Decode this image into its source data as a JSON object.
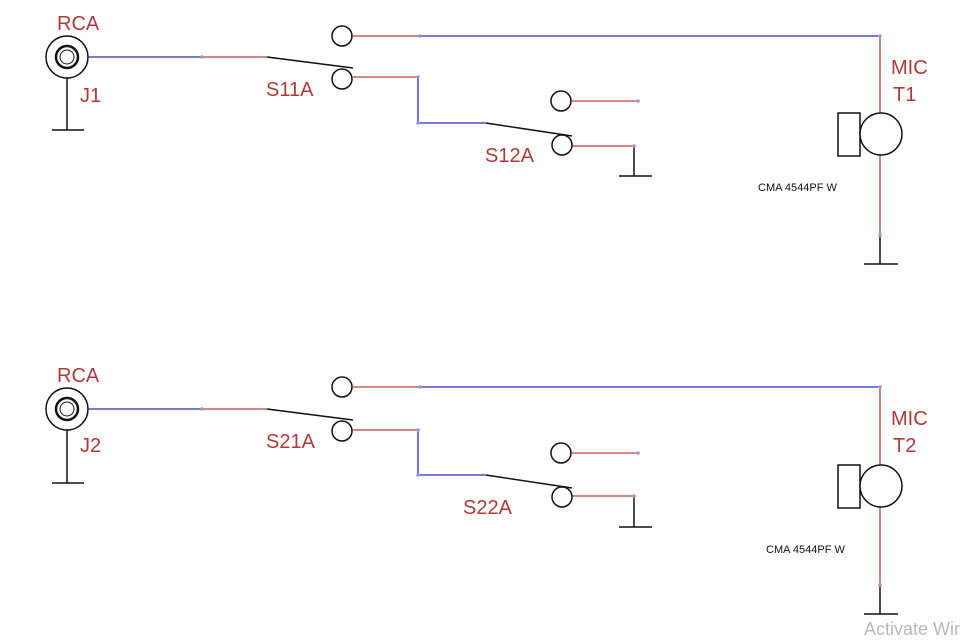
{
  "circuits": [
    {
      "connector_type": "RCA",
      "connector_ref": "J1",
      "switch1_ref": "S11A",
      "switch2_ref": "S12A",
      "mic_type": "MIC",
      "mic_ref": "T1",
      "mic_part": "CMA 4544PF W"
    },
    {
      "connector_type": "RCA",
      "connector_ref": "J2",
      "switch1_ref": "S21A",
      "switch2_ref": "S22A",
      "mic_type": "MIC",
      "mic_ref": "T2",
      "mic_part": "CMA 4544PF W"
    }
  ],
  "watermark": "Activate Wir",
  "colors": {
    "label": "#b03a3a",
    "wire_red": "#c23b3b",
    "wire_blue": "#2b2bb8",
    "symbol": "#111111"
  }
}
